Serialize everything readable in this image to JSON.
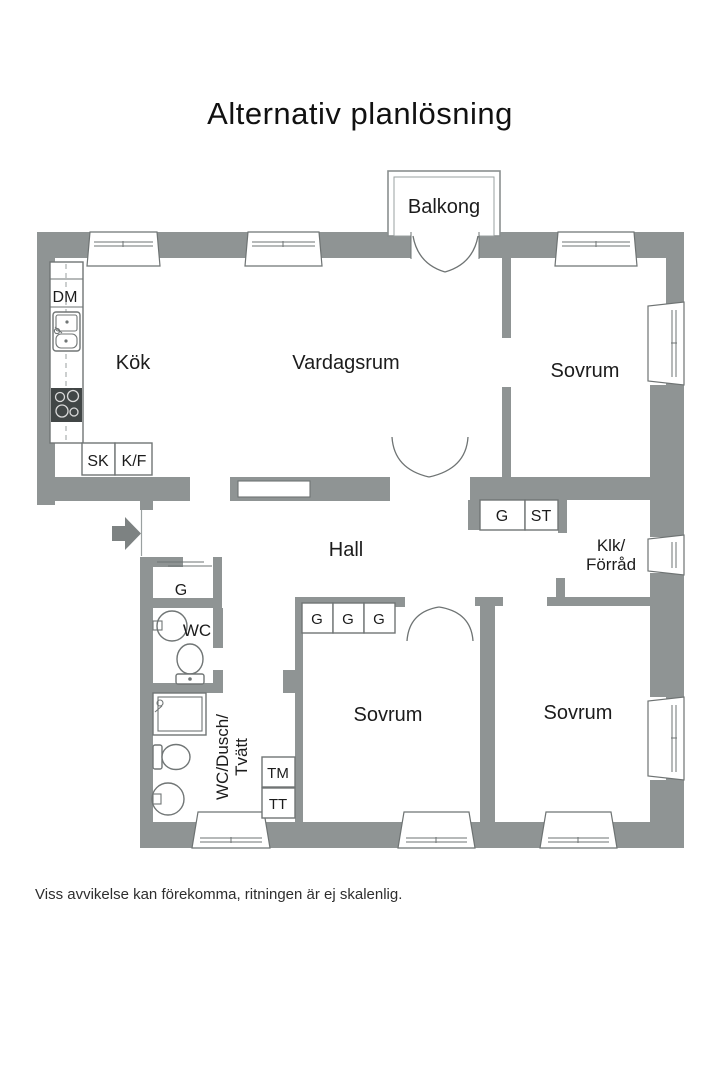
{
  "title": "Alternativ planlösning",
  "footer": "Viss avvikelse kan förekomma, ritningen är ej skalenlig.",
  "colors": {
    "wall": "#8f9494",
    "outline": "#6e7373",
    "fixture": "#707575",
    "entry_arrow": "#7d8282",
    "stove": "#414646",
    "text": "#1c1c1c"
  },
  "rooms": {
    "balcony": "Balkong",
    "kitchen": "Kök",
    "living_room": "Vardagsrum",
    "bedroom_top": "Sovrum",
    "hall": "Hall",
    "storage_line1": "Klk/",
    "storage_line2": "Förråd",
    "toilet": "WC",
    "bathroom_line1": "WC/Dusch/",
    "bathroom_line2": "Tvätt",
    "bedroom_mid": "Sovrum",
    "bedroom_right": "Sovrum"
  },
  "labels": {
    "dishwasher": "DM",
    "cleaning_closet": "SK",
    "fridge_freezer": "K/F",
    "hall_wardrobe": "G",
    "linen_closet": "ST",
    "entry_wardrobe": "G",
    "bedroom_wardrobes": [
      "G",
      "G",
      "G"
    ],
    "washing_machine": "TM",
    "tumble_dryer": "TT"
  }
}
